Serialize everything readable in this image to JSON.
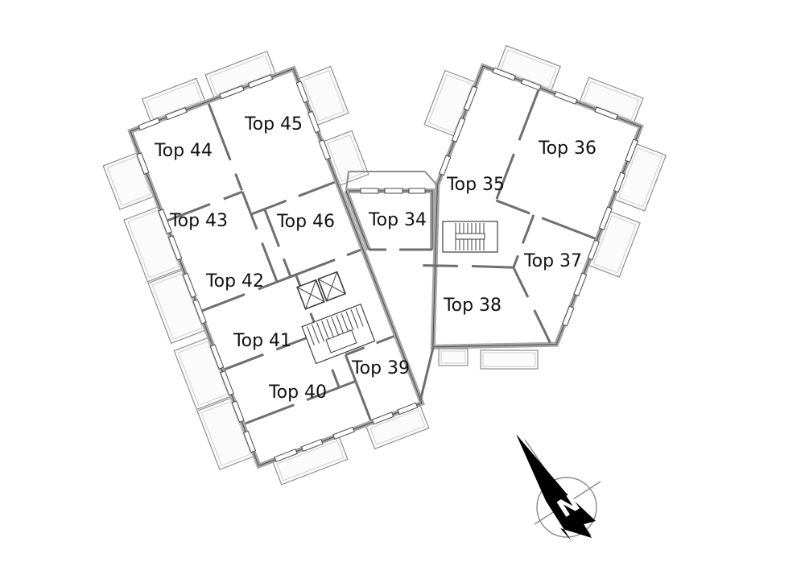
{
  "plan": {
    "title": "floor-plan-units-top-34-46",
    "units": [
      {
        "id": "top-34",
        "label": "Top 34"
      },
      {
        "id": "top-35",
        "label": "Top 35"
      },
      {
        "id": "top-36",
        "label": "Top 36"
      },
      {
        "id": "top-37",
        "label": "Top 37"
      },
      {
        "id": "top-38",
        "label": "Top 38"
      },
      {
        "id": "top-39",
        "label": "Top 39"
      },
      {
        "id": "top-40",
        "label": "Top 40"
      },
      {
        "id": "top-41",
        "label": "Top 41"
      },
      {
        "id": "top-42",
        "label": "Top 42"
      },
      {
        "id": "top-43",
        "label": "Top 43"
      },
      {
        "id": "top-44",
        "label": "Top 44"
      },
      {
        "id": "top-45",
        "label": "Top 45"
      },
      {
        "id": "top-46",
        "label": "Top 46"
      }
    ],
    "compass": {
      "label": "N"
    },
    "colors": {
      "background": "#ffffff",
      "wall": "#a6a6a6",
      "wall_edge": "#4a4a4a",
      "partition": "#6f6f6f",
      "balcony_fill": "#fbfbfb",
      "balcony_stroke": "#8f8f8f",
      "text": "#111111",
      "needle": "#000000"
    }
  }
}
